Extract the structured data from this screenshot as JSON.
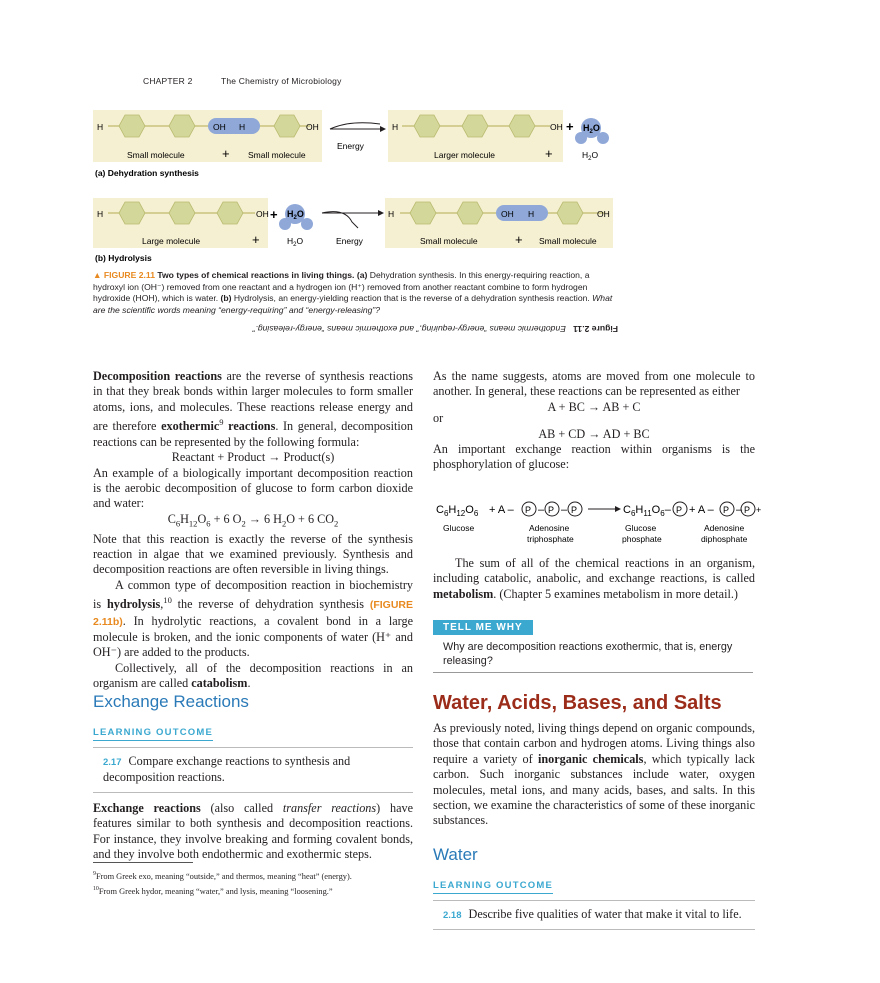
{
  "header": {
    "chapter": "CHAPTER 2",
    "title": "The Chemistry of Microbiology"
  },
  "figure": {
    "a": {
      "label": "(a) Dehydration synthesis",
      "h": "H",
      "oh": "OH",
      "energy": "Energy",
      "small1": "Small molecule",
      "small2": "Small molecule",
      "larger": "Larger molecule",
      "plus": "+",
      "water": "H2O"
    },
    "b": {
      "label": "(b) Hydrolysis",
      "h": "H",
      "oh": "OH",
      "energy": "Energy",
      "large": "Large molecule",
      "small1": "Small molecule",
      "small2": "Small molecule",
      "plus": "+",
      "water": "H2O"
    },
    "caption": {
      "label": "▲ FIGURE 2.11",
      "title": "Two types of chemical reactions in living things.",
      "a_tag": "(a)",
      "a_text": "Dehydration synthesis. In this energy-requiring reaction, a hydroxyl ion (OH⁻) removed from one reactant and a hydrogen ion (H⁺) removed from another reactant combine to form hydrogen hydroxide (HOH), which is water.",
      "b_tag": "(b)",
      "b_text": "Hydrolysis, an energy-yielding reaction that is the reverse of a dehydration synthesis reaction.",
      "question": "What are the scientific words meaning “energy-requiring” and “energy-releasing”?"
    },
    "answer": {
      "label": "Figure 2.11",
      "text": "Endothermic means “energy-requiring,” and exothermic means “energy-releasing.”"
    }
  },
  "left": {
    "p1_a": "Decomposition reactions",
    "p1_b": " are the reverse of synthesis reactions in that they break bonds within larger molecules to form smaller atoms, ions, and molecules. These reactions release energy and are therefore ",
    "p1_c": "exothermic",
    "p1_sup": "9",
    "p1_d": " reactions",
    "p1_e": ". In general, decomposition reactions can be represented by the following formula:",
    "eq1": "Reactant + Product → Product(s)",
    "p2": "An example of a biologically important decomposition reaction is the aerobic decomposition of glucose to form carbon dioxide and water:",
    "p3": "Note that this reaction is exactly the reverse of the synthesis reaction in algae that we examined previously. Synthesis and decomposition reactions are often reversible in living things.",
    "p4_a": "A common type of decomposition reaction in biochemistry is ",
    "p4_b": "hydrolysis",
    "p4_sup": "10",
    "p4_c": " the reverse of dehydration synthesis ",
    "p4_ref": "(FIGURE 2.11b)",
    "p4_d": ". In hydrolytic reactions, a covalent bond in a large molecule is broken, and the ionic components of water (H⁺ and OH⁻) are added to the products.",
    "p5_a": "Collectively, all of the decomposition reactions in an organism are called ",
    "p5_b": "catabolism",
    "p5_c": ".",
    "exchange_heading": "Exchange Reactions",
    "lo_label": "LEARNING OUTCOME",
    "lo_num": "2.17",
    "lo_text": "Compare exchange reactions to synthesis and decomposition reactions.",
    "p6_a": "Exchange reactions",
    "p6_b": " (also called ",
    "p6_c": "transfer reactions",
    "p6_d": ") have features similar to both synthesis and decomposition reactions. For instance, they involve breaking and forming covalent bonds, and they involve both endothermic and exothermic steps.",
    "fn9": "From Greek exo, meaning “outside,” and thermos, meaning “heat” (energy).",
    "fn10": "From Greek hydor, meaning “water,” and lysis, meaning “loosening.”"
  },
  "right": {
    "p1": "As the name suggests, atoms are moved from one molecule to another. In general, these reactions can be represented as either",
    "eq1": "A + BC → AB + C",
    "or": "or",
    "eq2": "AB + CD → AD + BC",
    "p2": "An important exchange reaction within organisms is the phosphorylation of glucose:",
    "glc": "Glucose",
    "atp": "Adenosine triphosphate",
    "g6p": "Glucose phosphate",
    "adp": "Adenosine diphosphate",
    "p3_a": "The sum of all of the chemical reactions in an organism, including catabolic, anabolic, and exchange reactions, is called ",
    "p3_b": "metabolism",
    "p3_c": ". (Chapter 5 examines metabolism in more detail.)",
    "tmy_label": "TELL ME WHY",
    "tmy_text": "Why are decomposition reactions exothermic, that is, energy releasing?",
    "big_heading": "Water, Acids, Bases, and Salts",
    "p4_a": "As previously noted, living things depend on organic compounds, those that contain carbon and hydrogen atoms. Living things also require a variety of ",
    "p4_b": "inorganic chemicals",
    "p4_c": ", which typically lack carbon. Such inorganic substances include water, oxygen molecules, metal ions, and many acids, bases, and salts. In this section, we examine the characteristics of some of these inorganic substances.",
    "water_heading": "Water",
    "lo_label": "LEARNING OUTCOME",
    "lo_num": "2.18",
    "lo_text": "Describe five qualities of water that make it vital to life."
  },
  "colors": {
    "hexagon": "#d4d79a",
    "box": "#f6f0d2",
    "water": "#8fa8d8",
    "accent": "#e8891f",
    "heading_blue": "#2a7ab8",
    "heading_red": "#9c2c1a",
    "lo_blue": "#3ba8d0"
  }
}
